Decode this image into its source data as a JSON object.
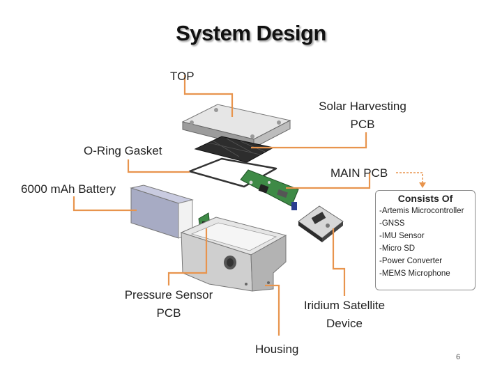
{
  "slide": {
    "title": "System Design",
    "page_number": "6"
  },
  "labels": {
    "top": "TOP",
    "solar_line1": "Solar Harvesting",
    "solar_line2": "PCB",
    "oring": "O-Ring Gasket",
    "main_pcb": "MAIN PCB",
    "battery": "6000 mAh Battery",
    "pressure_line1": "Pressure Sensor",
    "pressure_line2": "PCB",
    "iridium_line1": "Iridium Satellite",
    "iridium_line2": "Device",
    "housing": "Housing"
  },
  "components_box": {
    "title": "Consists Of",
    "items": [
      "-Artemis Microcontroller",
      "-GNSS",
      "-IMU Sensor",
      "-Micro SD",
      "-Power Converter",
      "-MEMS Microphone"
    ]
  },
  "colors": {
    "leader": "#e8944d",
    "pcb_green": "#3e8a46",
    "housing_gray": "#cfcfcf",
    "battery_blue": "#a7abc4"
  }
}
